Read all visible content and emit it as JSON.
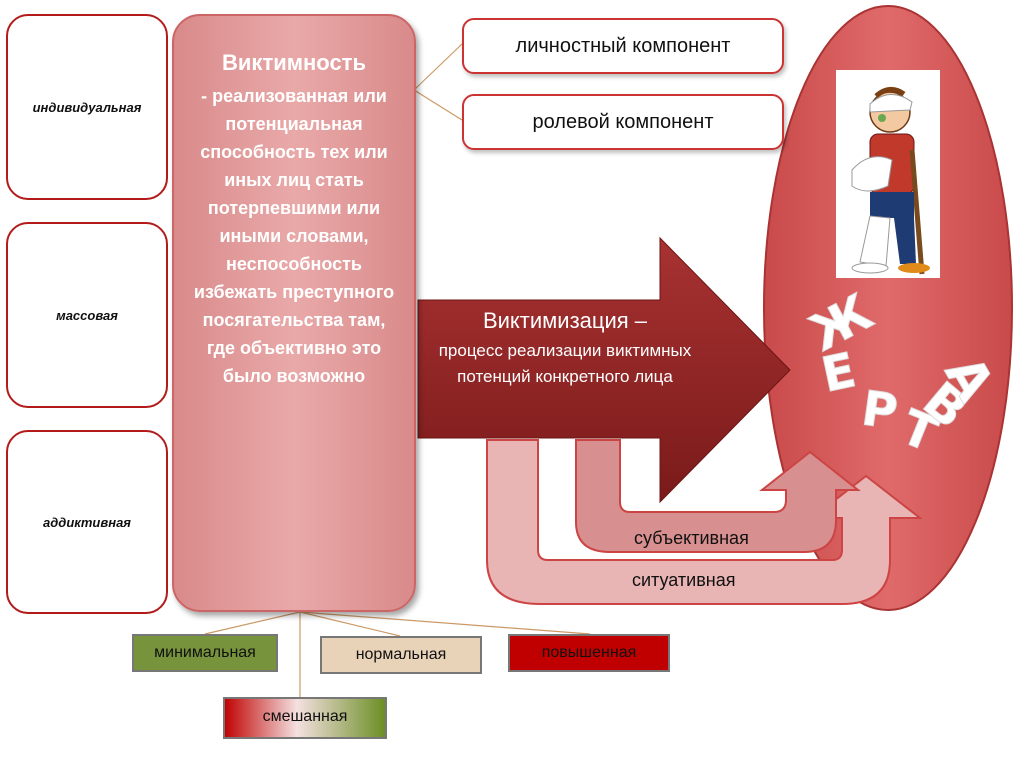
{
  "types": {
    "individual": "индивидуальная",
    "mass": "массовая",
    "addictive": "аддиктивная"
  },
  "victimness": {
    "title": "Виктимность",
    "text": "- реализованная или потенциальная способность тех или иных лиц стать потерпевшими или иными словами, неспособность избежать преступного посягательства там, где объективно это было возможно"
  },
  "components": {
    "personal": "личностный компонент",
    "role": "ролевой компонент"
  },
  "victimization": {
    "title": "Виктимизация –",
    "text": "процесс реализации виктимных потенций конкретного лица"
  },
  "arrows": {
    "subjective": "субъективная",
    "situational": "ситуативная"
  },
  "levels": {
    "minimal": "минимальная",
    "normal": "нормальная",
    "elevated": "повышенная",
    "mixed": "смешанная"
  },
  "victim_word": "ЖЕРТВА",
  "colors": {
    "accent_red": "#c0392b",
    "pink": "#e9a9a9",
    "green": "#6b8e23",
    "beige": "#e8d3b9"
  }
}
